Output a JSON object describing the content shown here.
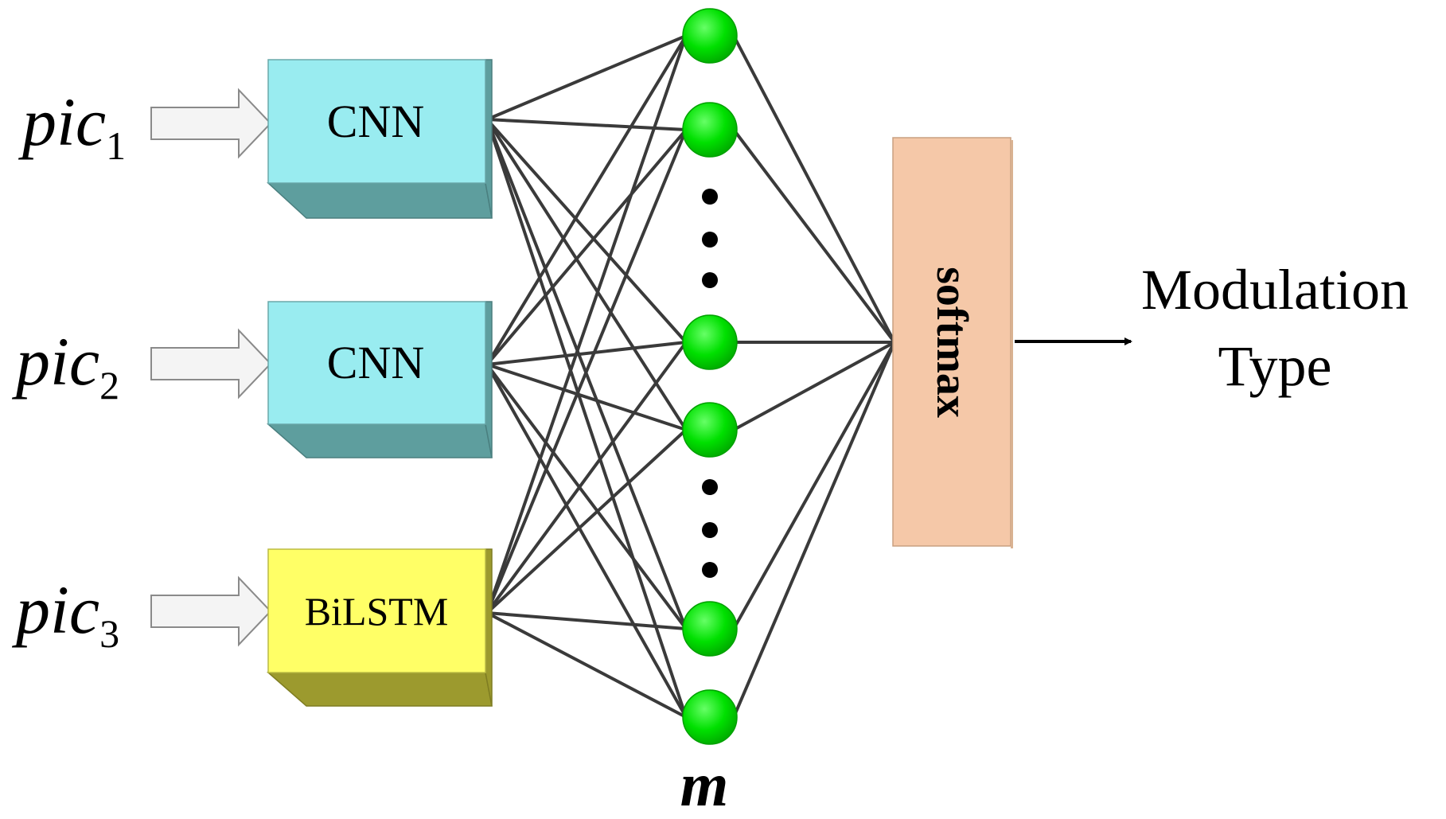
{
  "inputs": [
    {
      "label": "pic",
      "subscript": "1",
      "block": "CNN"
    },
    {
      "label": "pic",
      "subscript": "2",
      "block": "CNN"
    },
    {
      "label": "pic",
      "subscript": "3",
      "block": "BiLSTM"
    }
  ],
  "hidden_layer": {
    "label": "m"
  },
  "softmax": {
    "label": "softmax"
  },
  "output": {
    "line1": "Modulation",
    "line2": "Type"
  },
  "colors": {
    "cnn_front": "#99ecf0",
    "cnn_side": "#5e9e9e",
    "bilstm_front": "#ffff66",
    "bilstm_side": "#9c9a2e",
    "node": "#00e000",
    "softmax": "#f5c8a8",
    "edge": "#3a3a3a"
  }
}
